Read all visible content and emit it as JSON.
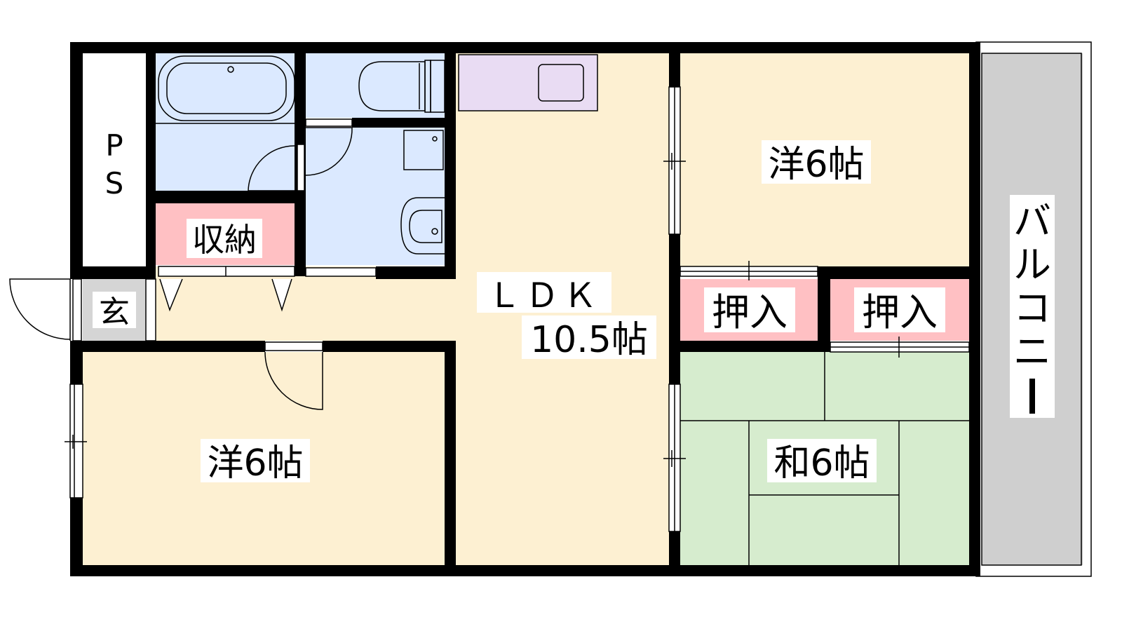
{
  "rooms": {
    "ps": {
      "line1": "P",
      "line2": "S"
    },
    "storage": "収納",
    "entrance": "玄",
    "ldk": {
      "line1": "ＬＤＫ",
      "line2": "10.5帖"
    },
    "western_top": "洋6帖",
    "western_bottom": "洋6帖",
    "closet_left": "押入",
    "closet_right": "押入",
    "japanese": "和6帖",
    "balcony": [
      "バ",
      "ル",
      "コ",
      "ニ",
      "ー"
    ]
  },
  "colors": {
    "wall": "#000000",
    "wet_area": "#dbe9ff",
    "kitchen": "#e9dcf3",
    "living": "#fdf0d2",
    "storage": "#ffc0c3",
    "entrance": "#d5d5d5",
    "tatami": "#d6ecce",
    "balcony": "#cfcfcf"
  }
}
